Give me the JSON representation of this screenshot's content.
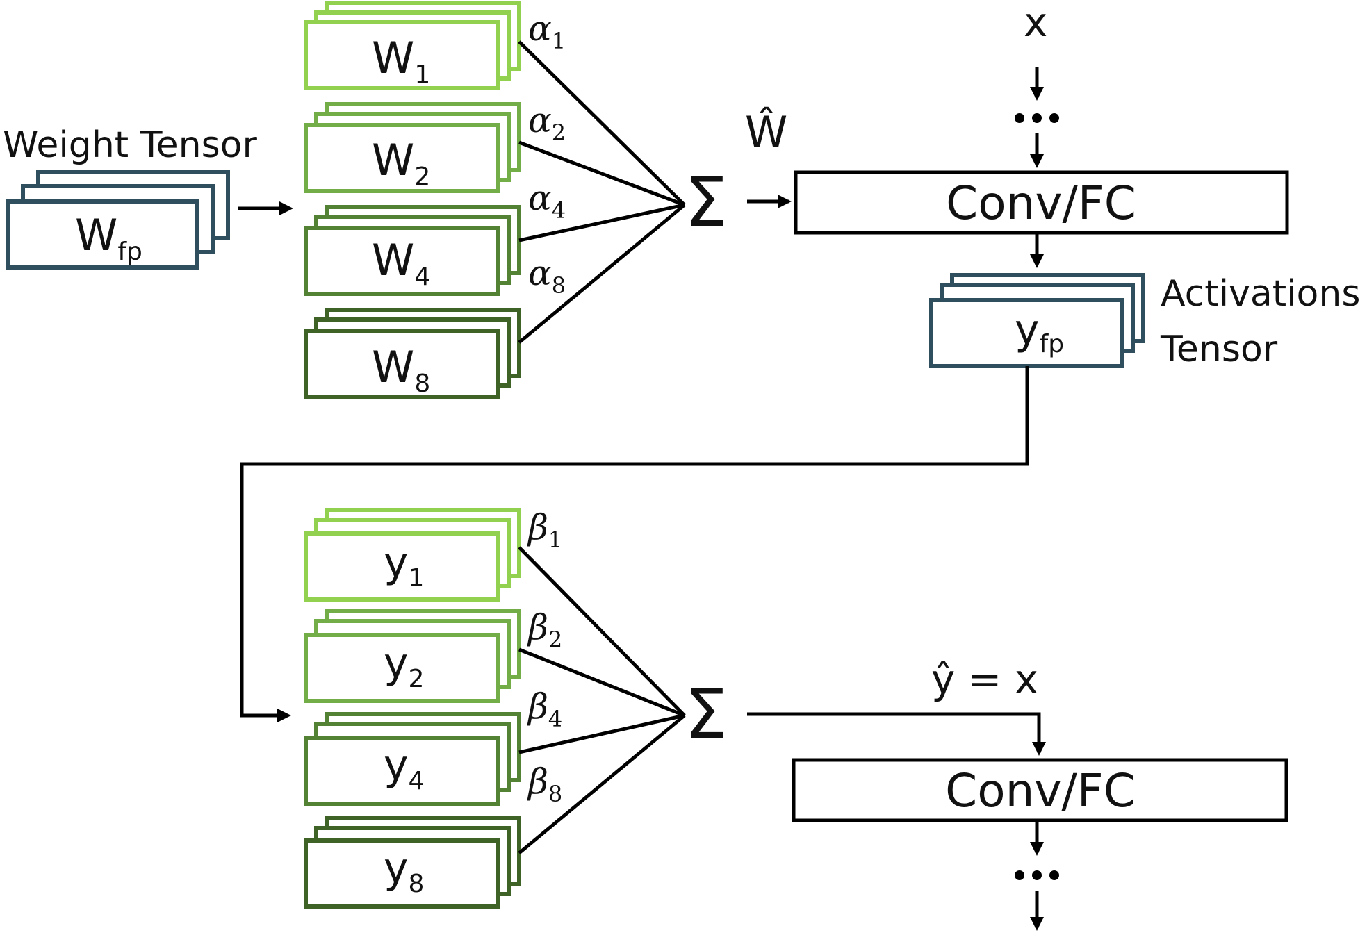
{
  "colors": {
    "level1": "#92d050",
    "level2": "#72ad47",
    "level4": "#548235",
    "level8": "#3f6226",
    "fp": "#2f4f5f",
    "line": "#000000"
  },
  "weight": {
    "title": "Weight Tensor",
    "base": "W",
    "fp_sub": "fp",
    "branches": [
      {
        "sub": "1",
        "coef": "α",
        "coef_sub": "1"
      },
      {
        "sub": "2",
        "coef": "α",
        "coef_sub": "2"
      },
      {
        "sub": "4",
        "coef": "α",
        "coef_sub": "4"
      },
      {
        "sub": "8",
        "coef": "α",
        "coef_sub": "8"
      }
    ],
    "sum_symbol": "Σ",
    "result": "Ŵ"
  },
  "activation": {
    "title_line1": "Activations",
    "title_line2": "Tensor",
    "base": "y",
    "fp_sub": "fp",
    "branches": [
      {
        "sub": "1",
        "coef": "β",
        "coef_sub": "1"
      },
      {
        "sub": "2",
        "coef": "β",
        "coef_sub": "2"
      },
      {
        "sub": "4",
        "coef": "β",
        "coef_sub": "4"
      },
      {
        "sub": "8",
        "coef": "β",
        "coef_sub": "8"
      }
    ],
    "sum_symbol": "Σ",
    "result": "ŷ = x"
  },
  "layers": {
    "input": "x",
    "ellipsis": "⋮",
    "top_layer": "Conv/FC",
    "bottom_layer": "Conv/FC"
  }
}
